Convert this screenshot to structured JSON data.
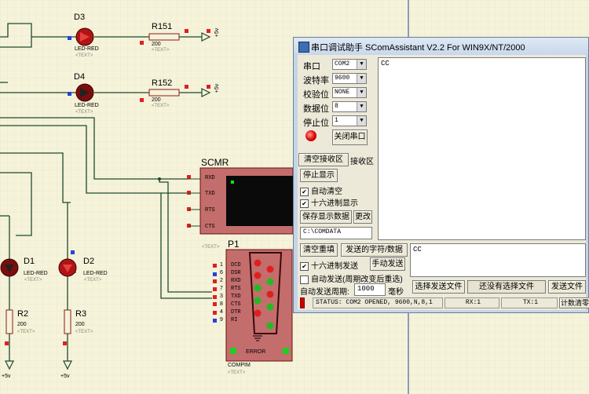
{
  "schematic": {
    "d3": {
      "ref": "D3",
      "type": "LED-RED",
      "text": "<TEXT>"
    },
    "d4": {
      "ref": "D4",
      "type": "LED-RED",
      "text": "<TEXT>"
    },
    "d1": {
      "ref": "D1",
      "type": "LED-RED",
      "text": "<TEXT>"
    },
    "d2": {
      "ref": "D2",
      "type": "LED-RED",
      "text": "<TEXT>"
    },
    "r151": {
      "ref": "R151",
      "value": "200",
      "text": "<TEXT>"
    },
    "r152": {
      "ref": "R152",
      "value": "200",
      "text": "<TEXT>"
    },
    "r2": {
      "ref": "R2",
      "value": "200",
      "text": "<TEXT>"
    },
    "r3": {
      "ref": "R3",
      "value": "200",
      "text": "<TEXT>"
    },
    "vcc_label": "+5v",
    "scmr": {
      "ref": "SCMR",
      "pins": [
        "RXD",
        "TXD",
        "RTS",
        "CTS"
      ],
      "text": "<TEXT>"
    },
    "p1": {
      "ref": "P1",
      "type": "COMPIM",
      "text": "<TEXT>",
      "error": "ERROR",
      "pins": [
        {
          "num": "1",
          "name": "DCD"
        },
        {
          "num": "6",
          "name": "DSR"
        },
        {
          "num": "2",
          "name": "RXD"
        },
        {
          "num": "7",
          "name": "RTS"
        },
        {
          "num": "3",
          "name": "TXD"
        },
        {
          "num": "8",
          "name": "CTS"
        },
        {
          "num": "4",
          "name": "DTR"
        },
        {
          "num": "9",
          "name": "RI"
        }
      ]
    }
  },
  "app": {
    "title": "串口调试助手 SComAssistant V2.2 For WIN9X/NT/2000",
    "settings": [
      {
        "label": "串口",
        "value": "COM2"
      },
      {
        "label": "波特率",
        "value": "9600"
      },
      {
        "label": "校验位",
        "value": "NONE"
      },
      {
        "label": "数据位",
        "value": "8"
      },
      {
        "label": "停止位",
        "value": "1"
      }
    ],
    "close_port": "关闭串口",
    "clear_rx": "清空接收区",
    "rx_area_tab": "接收区",
    "stop_display": "停止显示",
    "auto_clear": "自动清空",
    "hex_display": "十六进制显示",
    "save_display": "保存显示数据",
    "change": "更改",
    "save_path": "C:\\COMDATA",
    "rx_content": "CC",
    "clear_resend": "清空重填",
    "send_label": "发送的字符/数据",
    "hex_send": "十六进制发送",
    "manual_send": "手动发送",
    "auto_send": "自动发送(周期改变后重选)",
    "period_label": "自动发送周期:",
    "period_value": "1000",
    "period_unit": "毫秒",
    "tx_content": "CC",
    "select_file": "选择发送文件",
    "no_file": "还没有选择文件",
    "send_file": "发送文件",
    "status": "STATUS: COM2 OPENED, 9600,N,8,1",
    "rx_count": "RX:1",
    "tx_count": "TX:1",
    "count_clear": "计数清零"
  }
}
